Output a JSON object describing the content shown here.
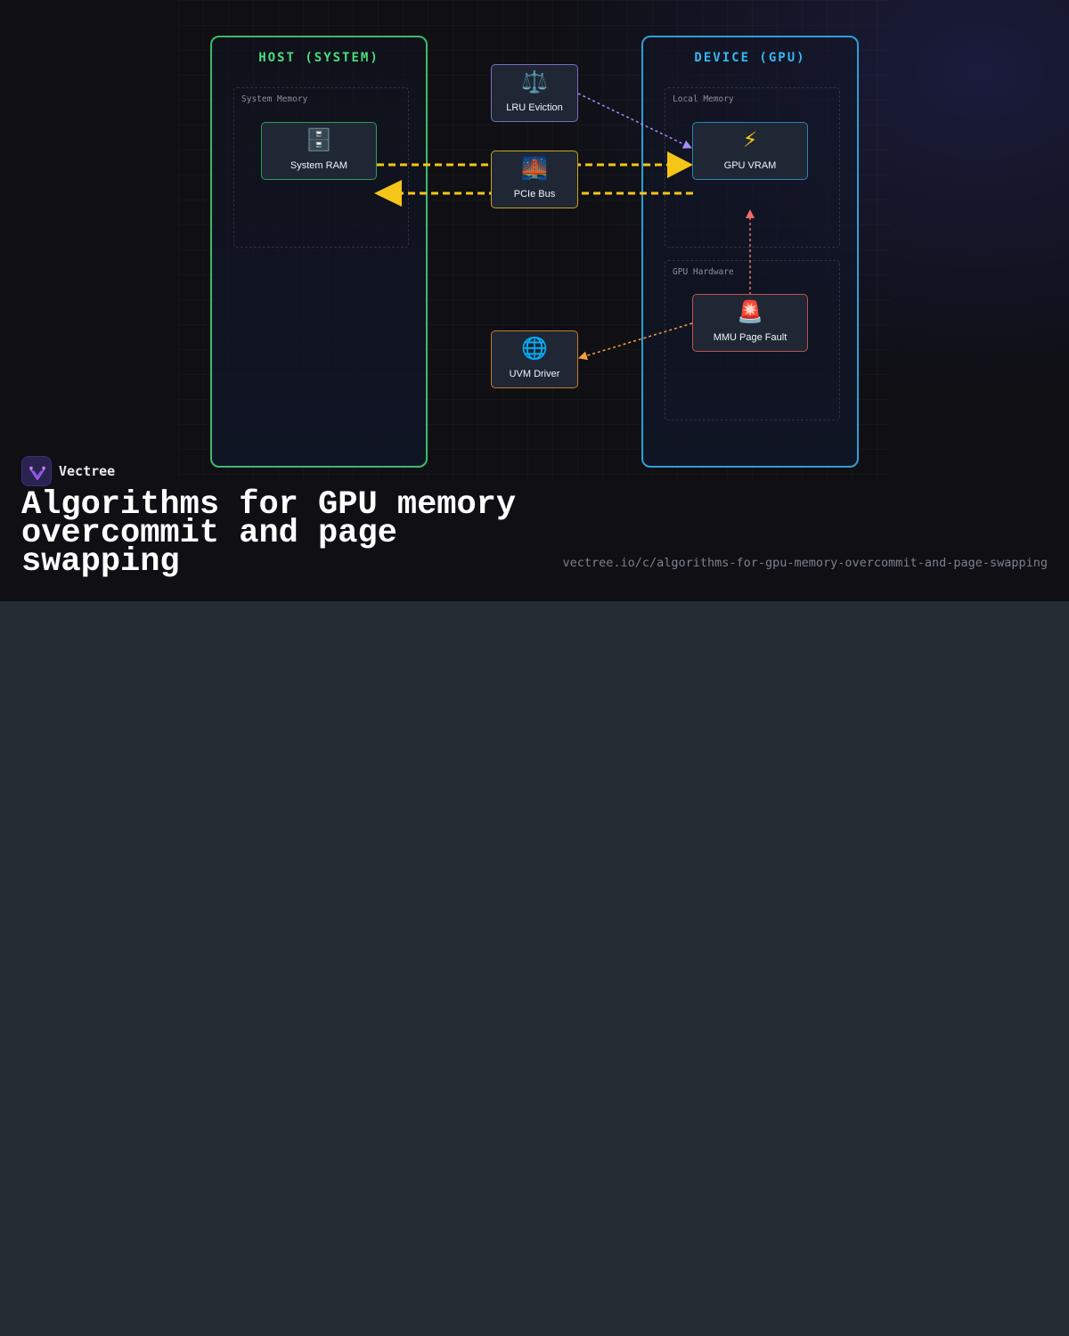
{
  "regions": {
    "host": {
      "title": "HOST (SYSTEM)",
      "color": "#4ade80"
    },
    "device": {
      "title": "DEVICE (GPU)",
      "color": "#38b6f0"
    }
  },
  "groups": {
    "system_memory": "System Memory",
    "local_memory": "Local Memory",
    "gpu_hardware": "GPU Hardware"
  },
  "nodes": {
    "system_ram": {
      "label": "System RAM",
      "icon": "file-cabinet-icon"
    },
    "lru_eviction": {
      "label": "LRU Eviction",
      "icon": "balance-scale-icon"
    },
    "pcie_bus": {
      "label": "PCIe Bus",
      "icon": "bridge-icon"
    },
    "gpu_vram": {
      "label": "GPU VRAM",
      "icon": "lightning-icon"
    },
    "mmu_page_fault": {
      "label": "MMU Page Fault",
      "icon": "siren-icon"
    },
    "uvm_driver": {
      "label": "UVM Driver",
      "icon": "globe-icon"
    }
  },
  "edges": [
    {
      "from": "System RAM",
      "to": "GPU VRAM",
      "via": "PCIe Bus",
      "color": "#f5c518",
      "style": "dashed"
    },
    {
      "from": "GPU VRAM",
      "to": "System RAM",
      "via": "PCIe Bus",
      "color": "#f5c518",
      "style": "dashed"
    },
    {
      "from": "LRU Eviction",
      "to": "GPU VRAM",
      "color": "#a78bfa",
      "style": "dotted"
    },
    {
      "from": "MMU Page Fault",
      "to": "GPU VRAM",
      "color": "#f06b6b",
      "style": "dotted"
    },
    {
      "from": "MMU Page Fault",
      "to": "UVM Driver",
      "color": "#f59e42",
      "style": "dotted"
    }
  ],
  "brand": {
    "name": "Vectree"
  },
  "title": "Algorithms for GPU memory overcommit and page swapping",
  "url": "vectree.io/c/algorithms-for-gpu-memory-overcommit-and-page-swapping"
}
